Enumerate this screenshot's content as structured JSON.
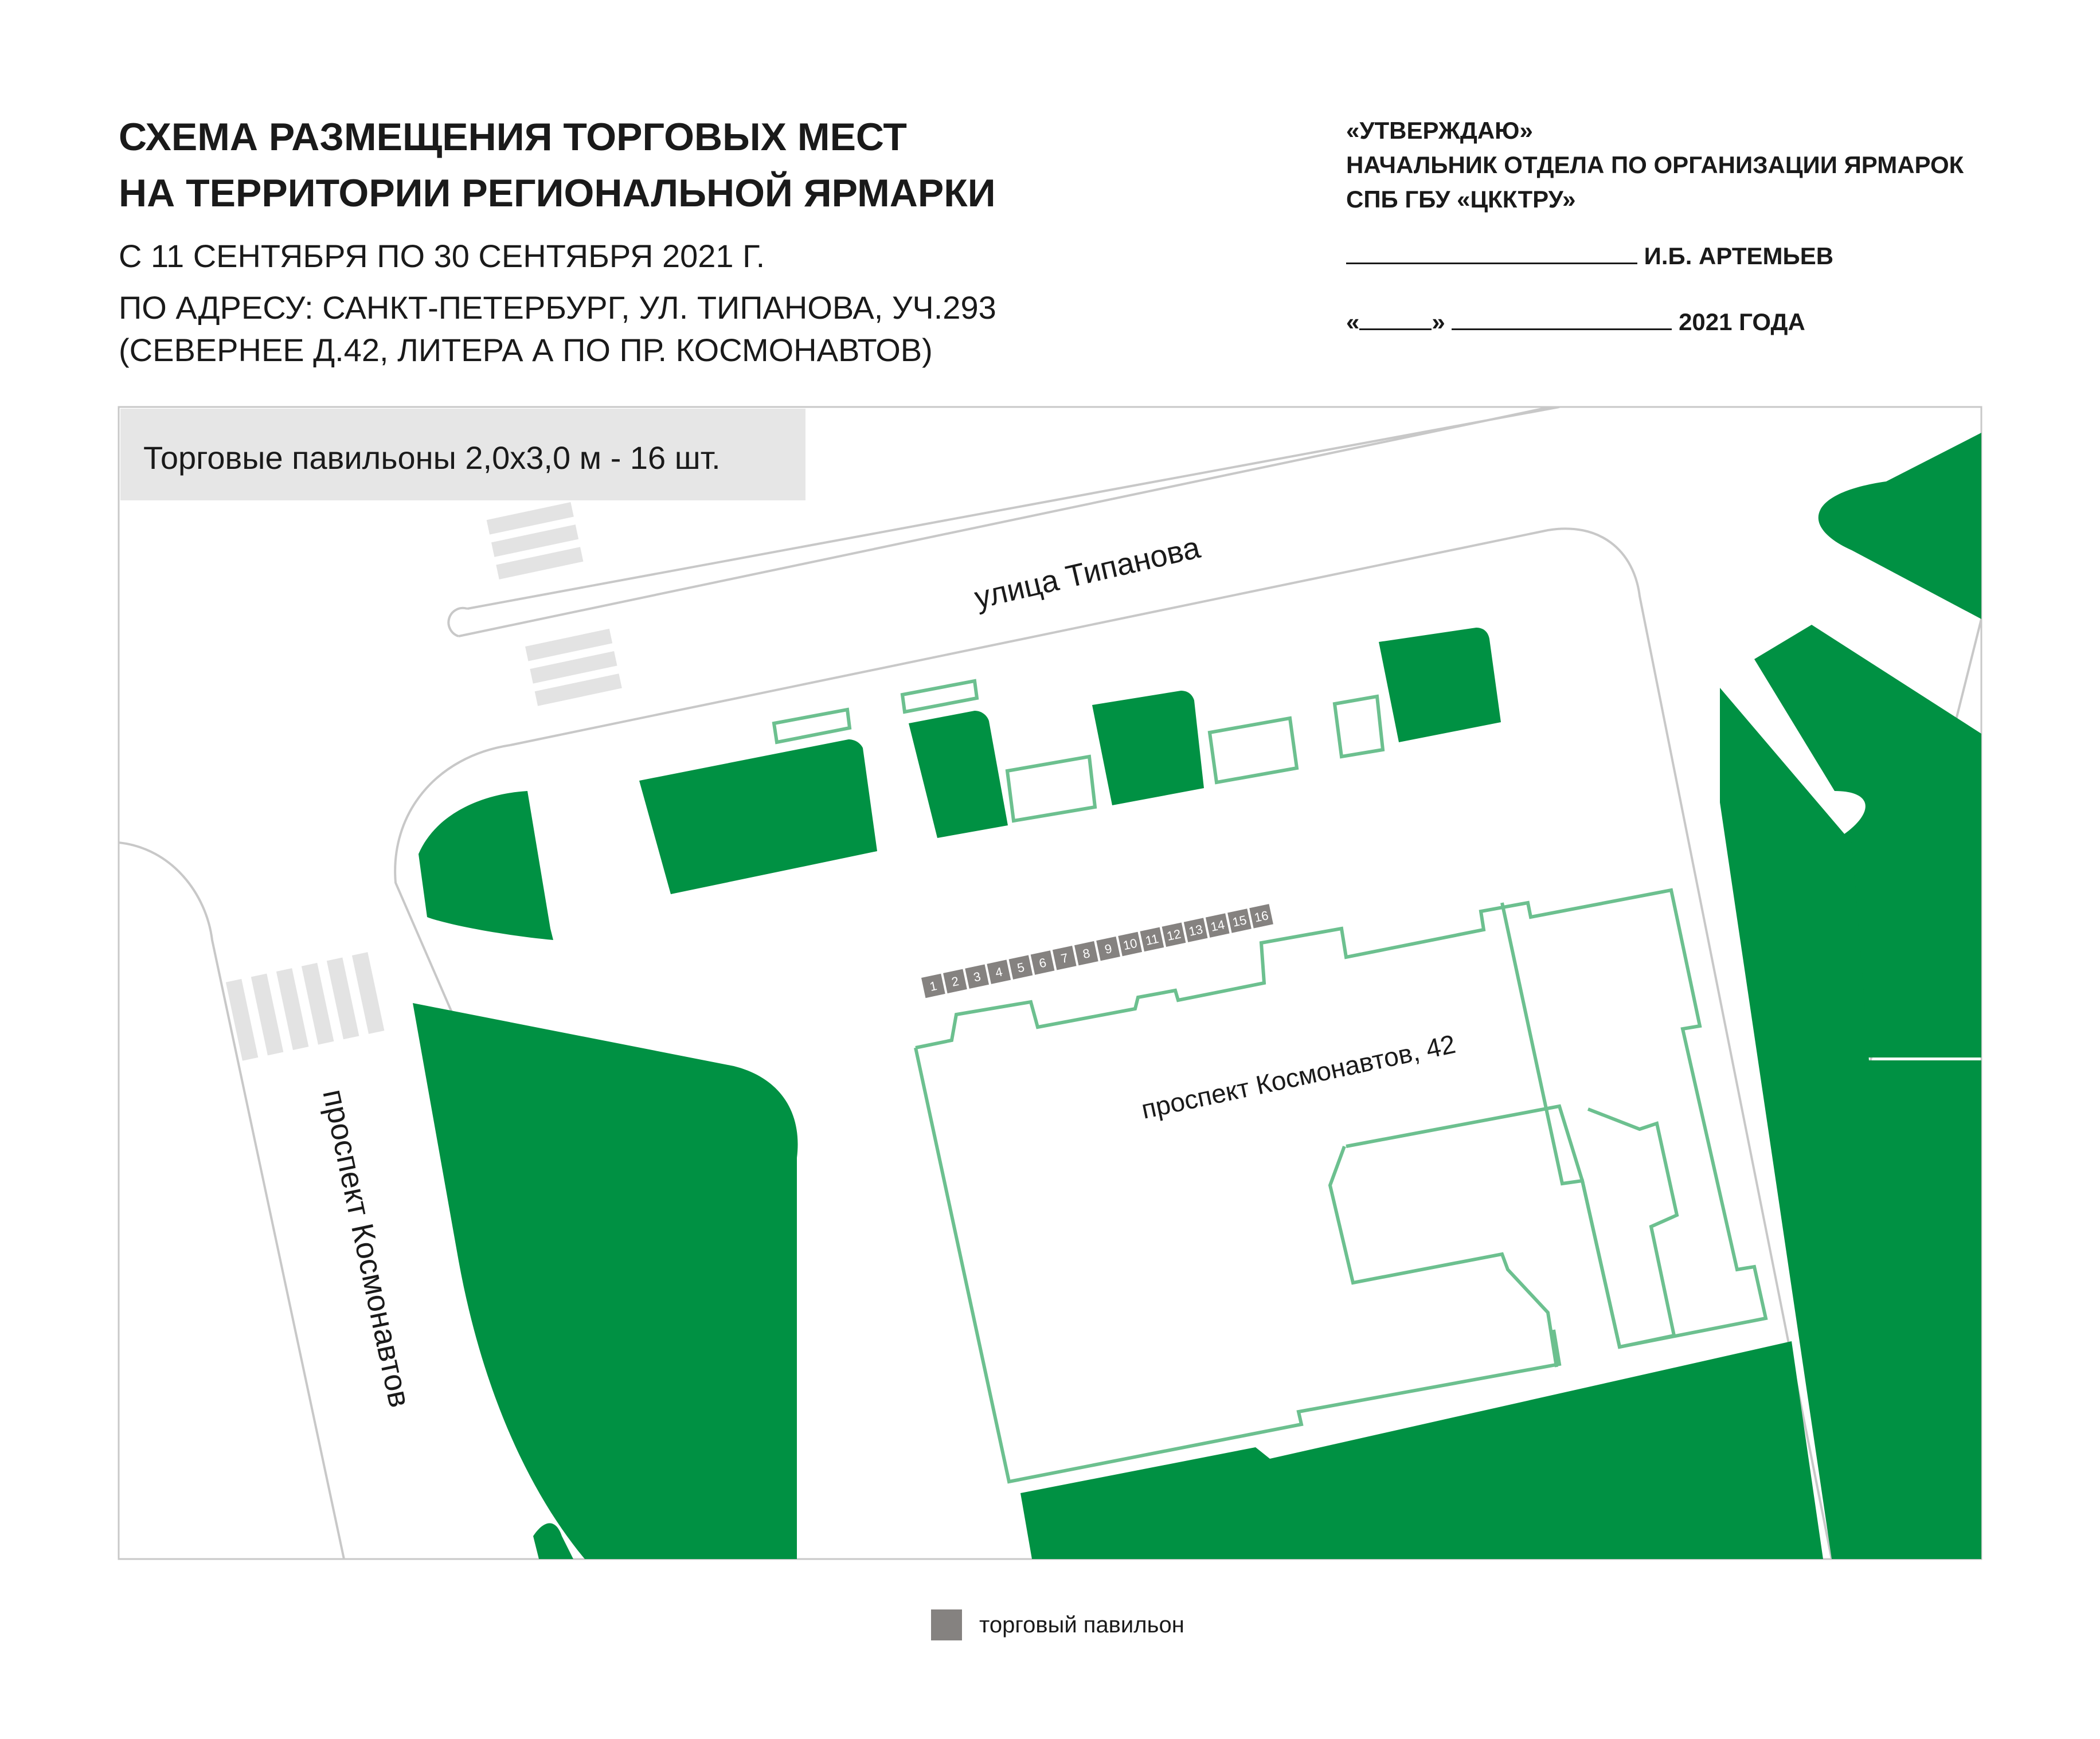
{
  "header": {
    "title_lines": [
      "СХЕМА РАЗМЕЩЕНИЯ ТОРГОВЫХ МЕСТ",
      "НА ТЕРРИТОРИИ РЕГИОНАЛЬНОЙ ЯРМАРКИ"
    ],
    "dates": "С 11 СЕНТЯБРЯ  ПО 30 СЕНТЯБРЯ 2021 Г.",
    "address_line1": "ПО АДРЕСУ: САНКТ-ПЕТЕРБУРГ, УЛ. ТИПАНОВА, УЧ.293",
    "address_line2": "(СЕВЕРНЕЕ Д.42, ЛИТЕРА А ПО ПР. КОСМОНАВТОВ)"
  },
  "approval": {
    "lines": [
      "«УТВЕРЖДАЮ»",
      "НАЧАЛЬНИК ОТДЕЛА ПО ОРГАНИЗАЦИИ ЯРМАРОК",
      "СПБ ГБУ «ЦККТРУ»"
    ],
    "signatory": "И.Б. АРТЕМЬЕВ",
    "date_open_quote": "«",
    "date_close_quote": "»",
    "date_suffix": "2021 ГОДА"
  },
  "map": {
    "info_box": "Торговые павильоны 2,0х3,0 м  - 16 шт.",
    "street_tipanova": "улица Типанова",
    "street_kosmonavtov": "проспект Космонавтов",
    "building_label": "проспект Космонавтов, 42",
    "pavilions": [
      "1",
      "2",
      "3",
      "4",
      "5",
      "6",
      "7",
      "8",
      "9",
      "10",
      "11",
      "12",
      "13",
      "14",
      "15",
      "16"
    ],
    "colors": {
      "green": "#009143",
      "road_outline": "#c8c8c8",
      "crosswalk": "#e3e3e3",
      "info_box_bg": "#e6e6e6",
      "building_outline": "#6cc08f",
      "pavilion": "#858280"
    }
  },
  "legend": {
    "label": "торговый павильон"
  }
}
